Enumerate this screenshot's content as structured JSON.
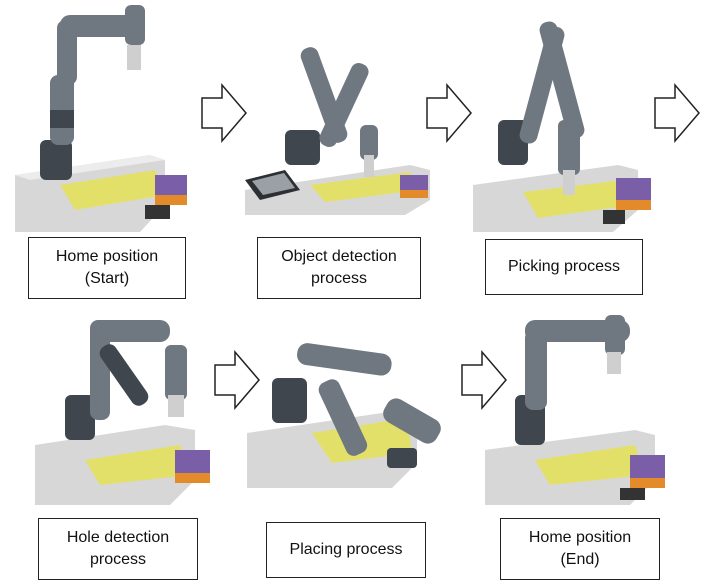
{
  "steps": [
    {
      "line1": "Home position",
      "line2": "(Start)"
    },
    {
      "line1": "Object detection",
      "line2": "process"
    },
    {
      "line1": "Picking process",
      "line2": ""
    },
    {
      "line1": "Hole detection",
      "line2": "process"
    },
    {
      "line1": "Placing process",
      "line2": ""
    },
    {
      "line1": "Home position",
      "line2": "(End)"
    }
  ],
  "colors": {
    "robot": "#6f7780",
    "robot_dark": "#3f464d",
    "table": "#d9d9d9",
    "mat": "#e3e06a",
    "fixture": "#7a5fa8",
    "fixture_orange": "#e38a2a"
  }
}
